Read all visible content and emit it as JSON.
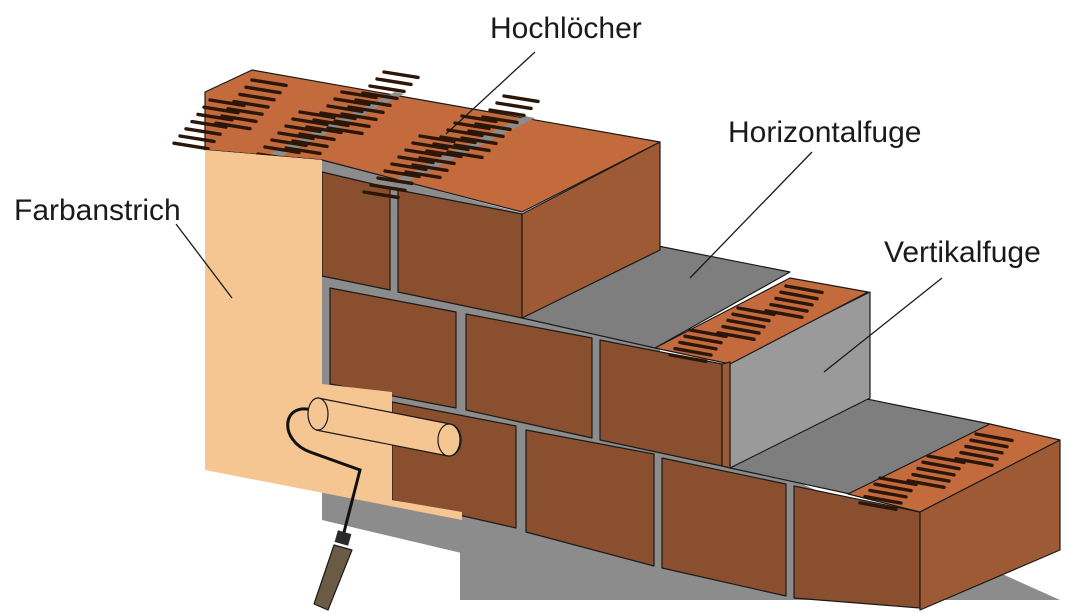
{
  "labels": {
    "holes": "Hochlöcher",
    "paint": "Farbanstrich",
    "horizontal_joint": "Horizontalfuge",
    "vertical_joint": "Vertikalfuge"
  },
  "colors": {
    "brick_front": "#8a4f2e",
    "brick_side": "#9e5a34",
    "brick_top": "#c46b3e",
    "hole": "#2b1608",
    "mortar_top": "#7e7e7e",
    "mortar_front": "#9a9a9a",
    "mortar_joint": "#8c8c8c",
    "paint": "#f5c592",
    "roller_handle": "#6b5a44"
  }
}
